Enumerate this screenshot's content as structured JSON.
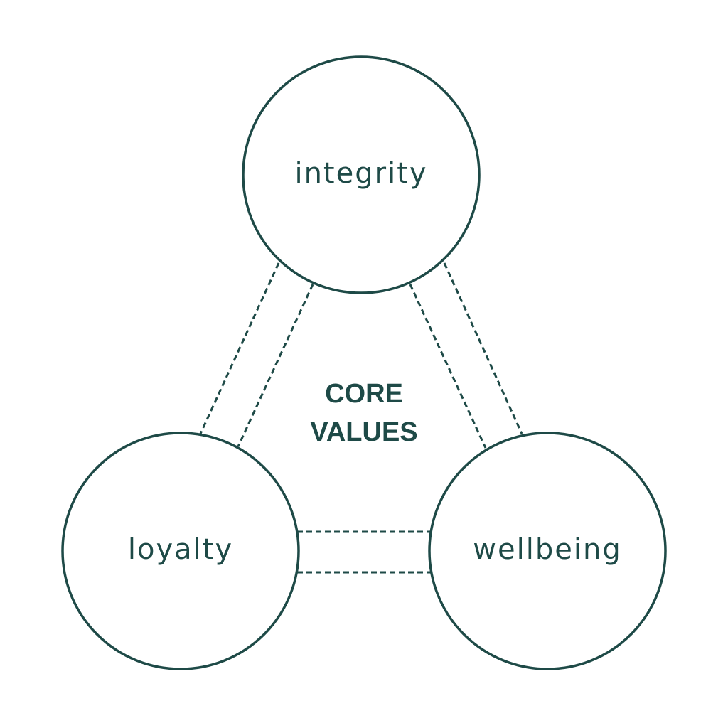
{
  "colors": {
    "ink": "#1e4a47",
    "background": "#ffffff"
  },
  "center": {
    "line1": "CORE",
    "line2": "VALUES"
  },
  "values": {
    "top": "integrity",
    "left": "loyalty",
    "right": "wellbeing"
  }
}
